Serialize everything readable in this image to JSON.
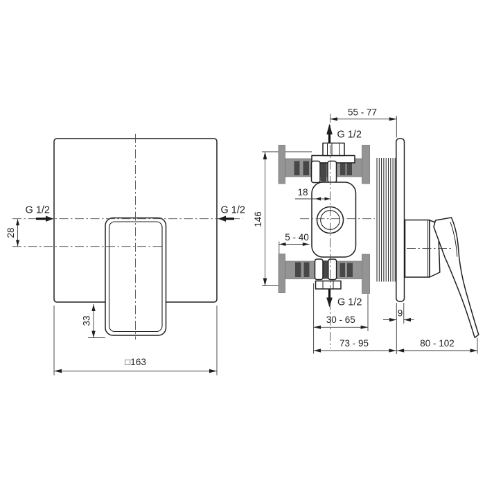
{
  "drawing": {
    "front_view": {
      "inlet_left_label": "G 1/2",
      "inlet_right_label": "G 1/2",
      "axis_offset_dim": "28",
      "handle_projection_dim": "33",
      "plate_size_dim": "□163"
    },
    "side_view": {
      "top_depth_range_dim": "55 - 77",
      "outlet_top_label": "G 1/2",
      "height_dim": "146",
      "center_offset_dim": "18",
      "plaster_depth_range_dim": "5 - 40",
      "outlet_bottom_label": "G 1/2",
      "body_depth_range_dim": "30 - 65",
      "trim_plate_thickness_dim": "9",
      "installed_depth_range_dim": "73 - 95",
      "handle_depth_range_dim": "80 - 102"
    },
    "colors": {
      "line": "#1f1f1f",
      "dimension_line": "#3a3a3a",
      "bracket_gray": "#949494",
      "slot_dark": "#474747",
      "background": "#ffffff"
    }
  }
}
